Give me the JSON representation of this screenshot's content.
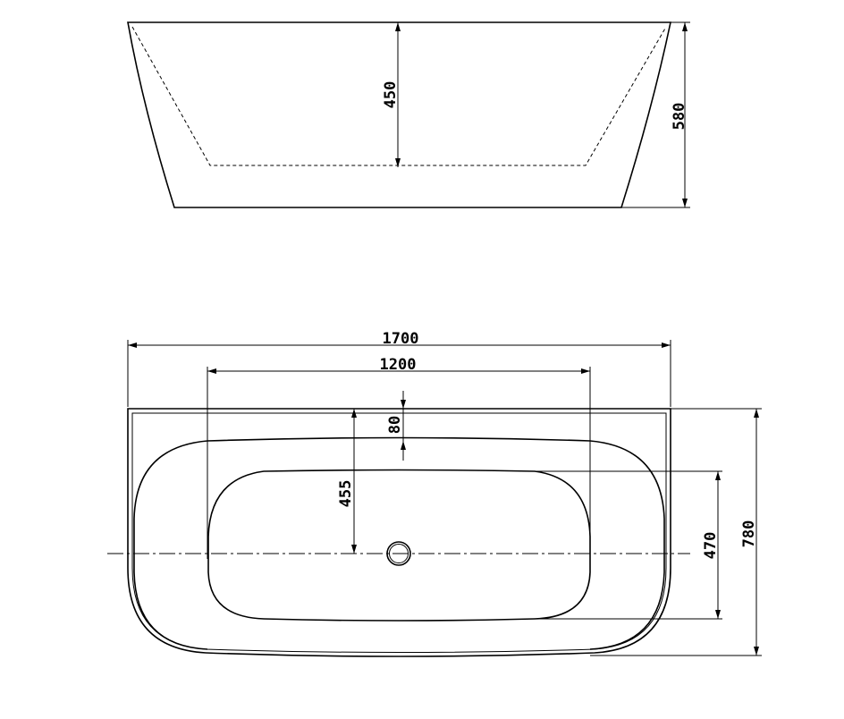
{
  "side_view": {
    "inner_depth": "450",
    "overall_height": "580"
  },
  "plan_view": {
    "overall_length": "1700",
    "basin_length": "1200",
    "rim_offset": "80",
    "drain_offset": "455",
    "basin_width": "470",
    "overall_width": "780"
  }
}
